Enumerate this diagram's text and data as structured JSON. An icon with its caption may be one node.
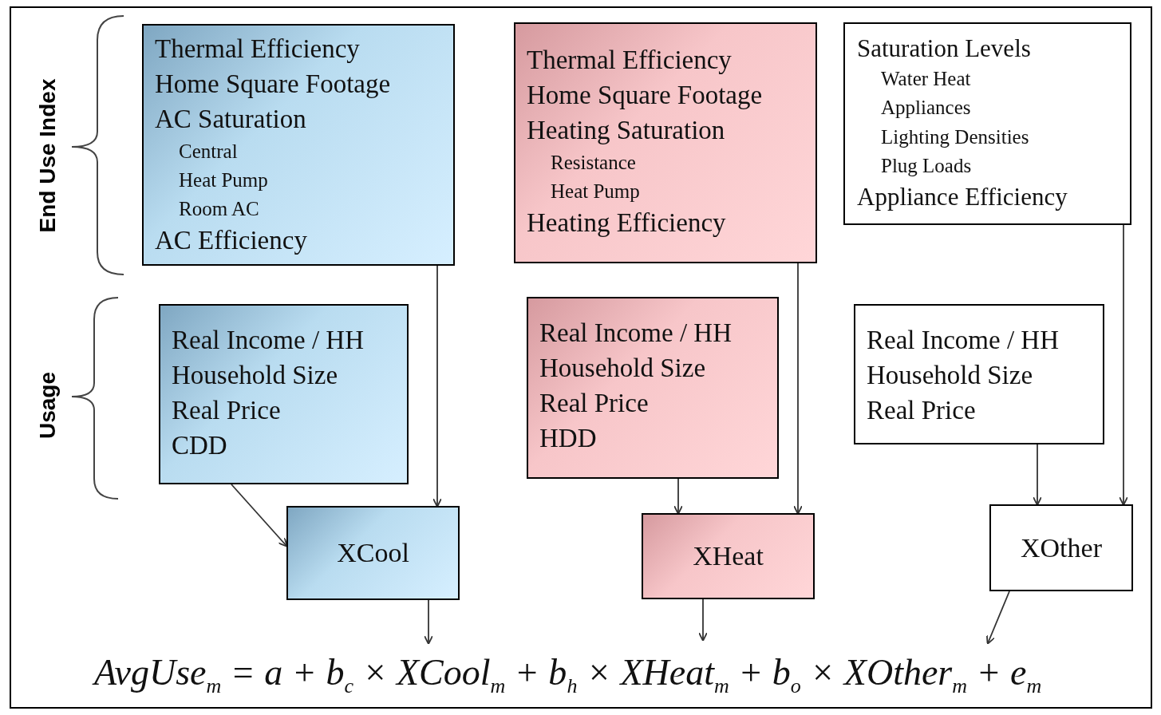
{
  "diagram": {
    "nodes": [
      {
        "text": [
          "Thermal Efficiency",
          "Home Square Footage",
          "AC Saturation",
          "Central",
          "Heat Pump",
          "Room AC",
          "AC Efficiency"
        ]
      },
      {
        "text": [
          "Thermal Efficiency",
          "Home Square Footage",
          "Heating Saturation",
          "Resistance",
          "Heat Pump",
          "Heating Efficiency"
        ]
      },
      {
        "text": [
          "Saturation Levels",
          "Water Heat",
          "Appliances",
          "Lighting Densities",
          "Plug Loads",
          "Appliance Efficiency"
        ]
      },
      {
        "text": [
          "Real Income / HH",
          "Household Size",
          "Real Price",
          "CDD"
        ]
      },
      {
        "text": [
          "Real Income / HH",
          "Household Size",
          "Real Price",
          "HDD"
        ]
      },
      {
        "text": [
          "Real Income / HH",
          "Household Size",
          "Real Price"
        ]
      },
      {
        "text": [
          "XCool"
        ]
      },
      {
        "text": [
          "XHeat"
        ]
      },
      {
        "text": [
          "XOther"
        ]
      },
      {
        "text": [
          "AvgUse$_{m}$ = a + b$_{c}$ × XCool$_{m}$ + b$_{h}$ × XHeat$_{m}$ + b$_{o}$ × XOther$_{m}$ + e$_{m}$"
        ]
      }
    ],
    "edges": [
      {
        "from": 0,
        "to": 6,
        "arrow": "to"
      },
      {
        "from": 3,
        "to": 6,
        "arrow": "to"
      },
      {
        "from": 1,
        "to": 7,
        "arrow": "to"
      },
      {
        "from": 4,
        "to": 7,
        "arrow": "to"
      },
      {
        "from": 2,
        "to": 8,
        "arrow": "to"
      },
      {
        "from": 5,
        "to": 8,
        "arrow": "to"
      },
      {
        "from": 6,
        "to": 9,
        "arrow": "to"
      },
      {
        "from": 7,
        "to": 9,
        "arrow": "to"
      },
      {
        "from": 8,
        "to": 9,
        "arrow": "to"
      }
    ],
    "labels": [
      "End Use Index",
      "Usage"
    ]
  }
}
